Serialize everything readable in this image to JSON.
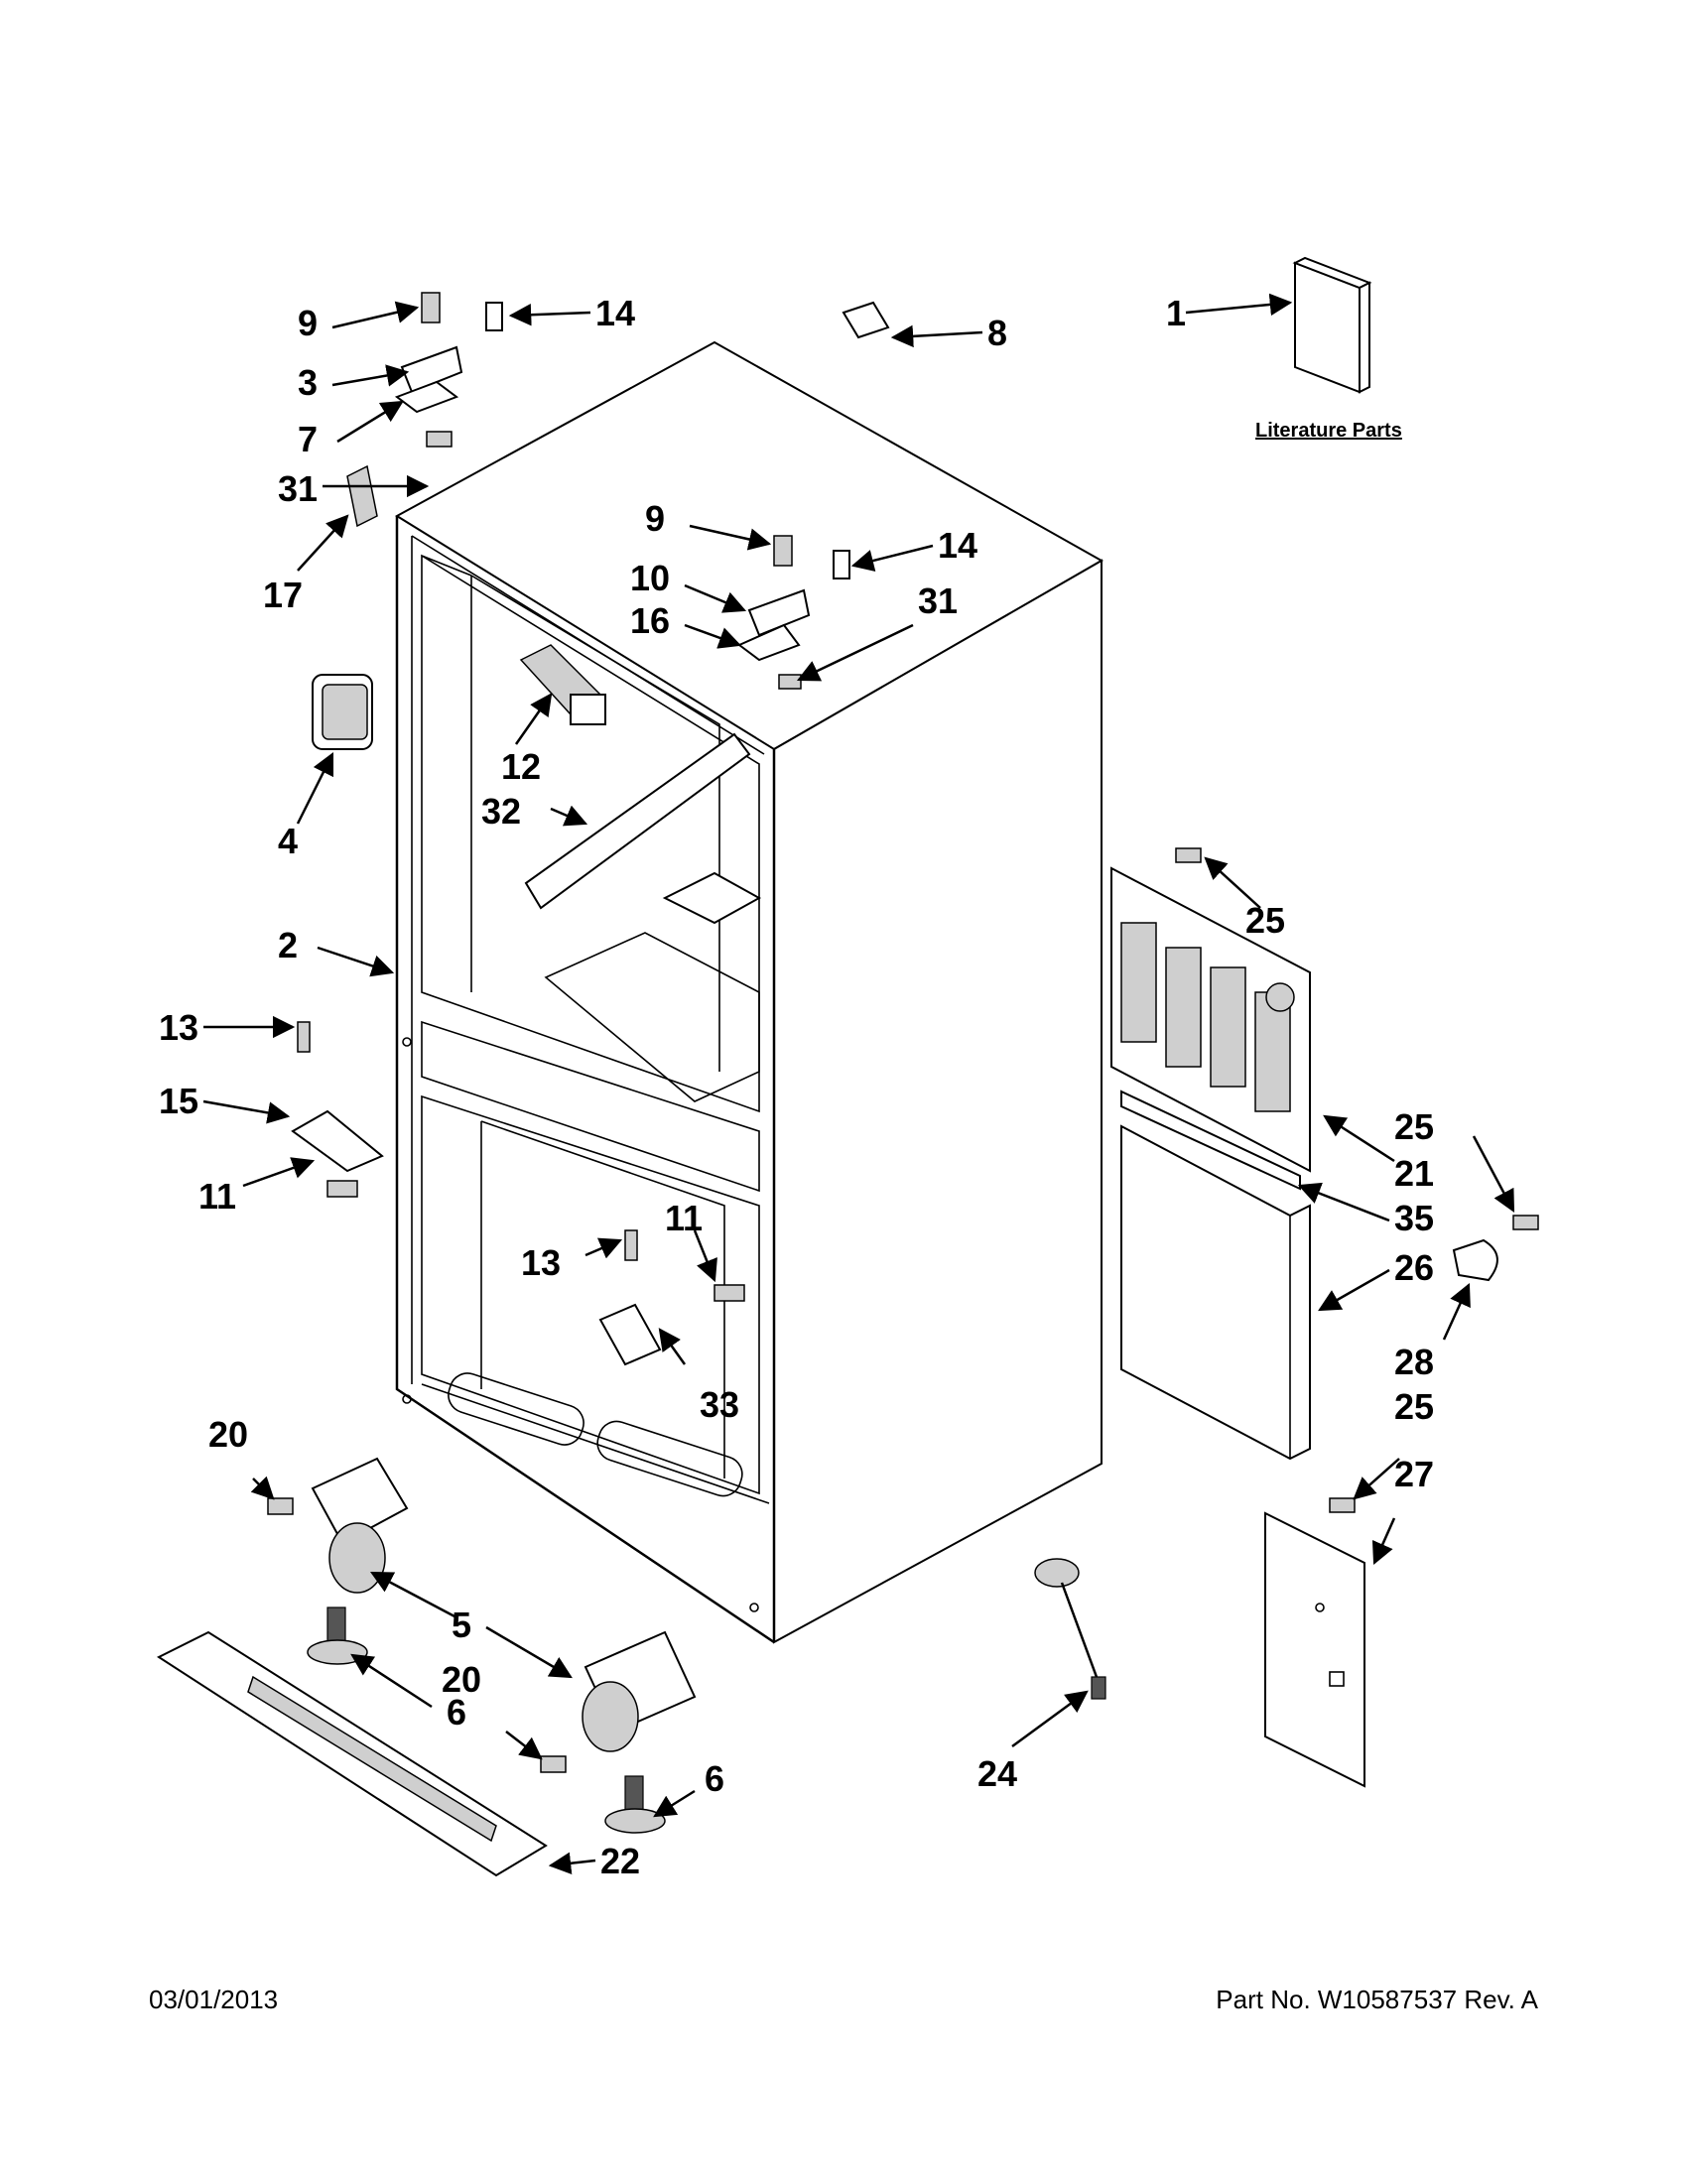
{
  "callouts": {
    "c1": "1",
    "c2": "2",
    "c3": "3",
    "c4": "4",
    "c5": "5",
    "c6a": "6",
    "c6b": "6",
    "c7": "7",
    "c8": "8",
    "c9a": "9",
    "c9b": "9",
    "c10": "10",
    "c11a": "11",
    "c11b": "11",
    "c12": "12",
    "c13a": "13",
    "c13b": "13",
    "c14a": "14",
    "c14b": "14",
    "c15": "15",
    "c16": "16",
    "c17": "17",
    "c20a": "20",
    "c20b": "20",
    "c21": "21",
    "c22": "22",
    "c24": "24",
    "c25a": "25",
    "c25b": "25",
    "c25c": "25",
    "c26": "26",
    "c27": "27",
    "c28": "28",
    "c31a": "31",
    "c31b": "31",
    "c32": "32",
    "c33": "33",
    "c35": "35"
  },
  "literature_label": "Literature Parts",
  "footer": {
    "date": "03/01/2013",
    "part_no": "Part No.  W10587537  Rev.  A"
  }
}
